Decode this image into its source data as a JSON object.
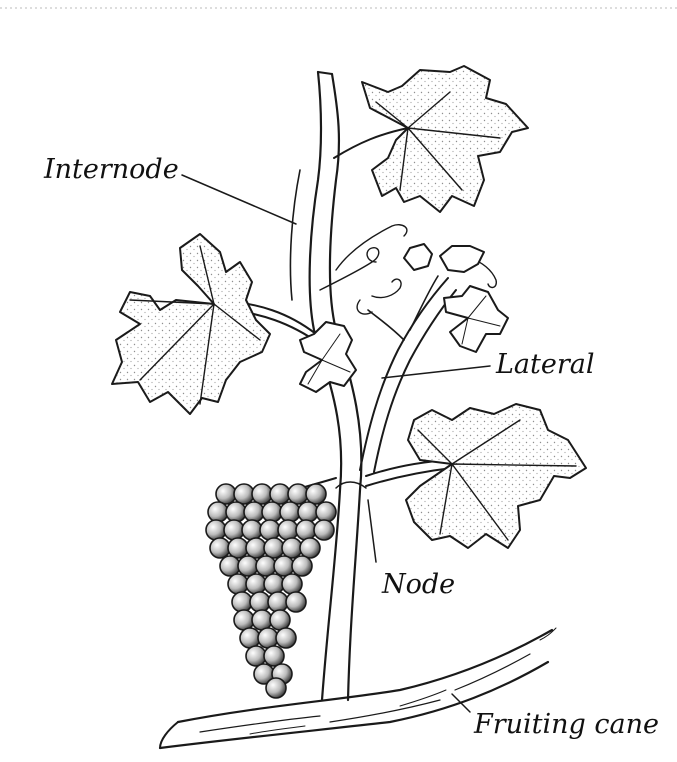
{
  "diagram": {
    "labels": {
      "internode": "Internode",
      "lateral": "Lateral",
      "node": "Node",
      "fruiting_cane": "Fruiting cane"
    }
  }
}
